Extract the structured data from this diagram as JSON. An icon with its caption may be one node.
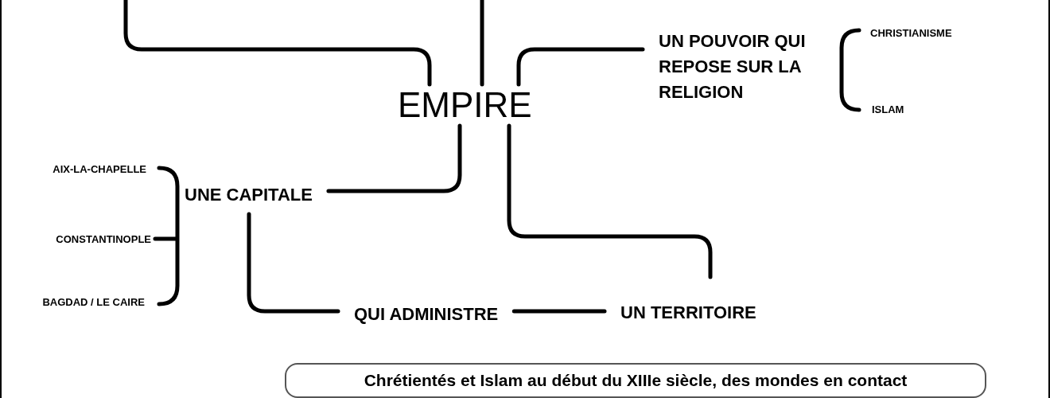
{
  "diagram": {
    "nodes": [
      {
        "text": [
          "EMPIRE"
        ]
      },
      {
        "text": [
          "UN POUVOIR QUI REPOSE SUR LA RELIGION"
        ]
      },
      {
        "text": [
          "CHRISTIANISME"
        ]
      },
      {
        "text": [
          "ISLAM"
        ]
      },
      {
        "text": [
          "UNE CAPITALE"
        ]
      },
      {
        "text": [
          "AIX-LA-CHAPELLE"
        ]
      },
      {
        "text": [
          "CONSTANTINOPLE"
        ]
      },
      {
        "text": [
          "BAGDAD / LE CAIRE"
        ]
      },
      {
        "text": [
          "QUI ADMINISTRE"
        ]
      },
      {
        "text": [
          "UN TERRITOIRE"
        ]
      },
      {
        "text": [
          "Chrétientés et Islam au début du XIIIe siècle, des mondes en contact"
        ]
      }
    ],
    "edges": [
      {
        "from": null,
        "to": 0,
        "arrow": "none"
      },
      {
        "from": null,
        "to": 0,
        "arrow": "none"
      },
      {
        "from": 0,
        "to": 1,
        "arrow": "none"
      },
      {
        "from": 0,
        "to": 4,
        "arrow": "none"
      },
      {
        "from": 0,
        "to": 9,
        "arrow": "none"
      },
      {
        "from": 4,
        "to": 8,
        "arrow": "none"
      },
      {
        "from": 8,
        "to": 9,
        "arrow": "none"
      }
    ]
  }
}
